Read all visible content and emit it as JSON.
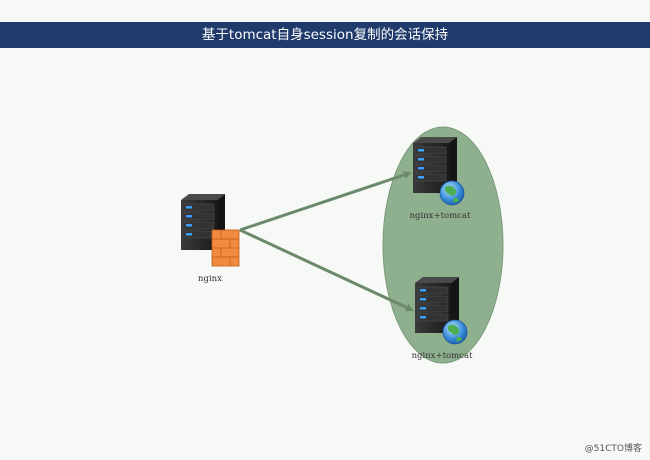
{
  "title": "基于tomcat自身session复制的会话保持",
  "nodes": {
    "proxy": {
      "label": "nginx",
      "icon": "server-firewall-icon"
    },
    "backend_top": {
      "label": "nginx+tomcat",
      "icon": "server-globe-icon"
    },
    "backend_bottom": {
      "label": "nginx+tomcat",
      "icon": "server-globe-icon"
    }
  },
  "cluster": {
    "fill_color": "#8fb08f"
  },
  "connections": [
    {
      "from": "proxy",
      "to": "backend_top"
    },
    {
      "from": "proxy",
      "to": "backend_bottom"
    }
  ],
  "colors": {
    "title_bar": "#1f3a6b",
    "connector": "#6b8a6b",
    "background": "#f7f9f7"
  },
  "watermark": "@51CTO博客"
}
